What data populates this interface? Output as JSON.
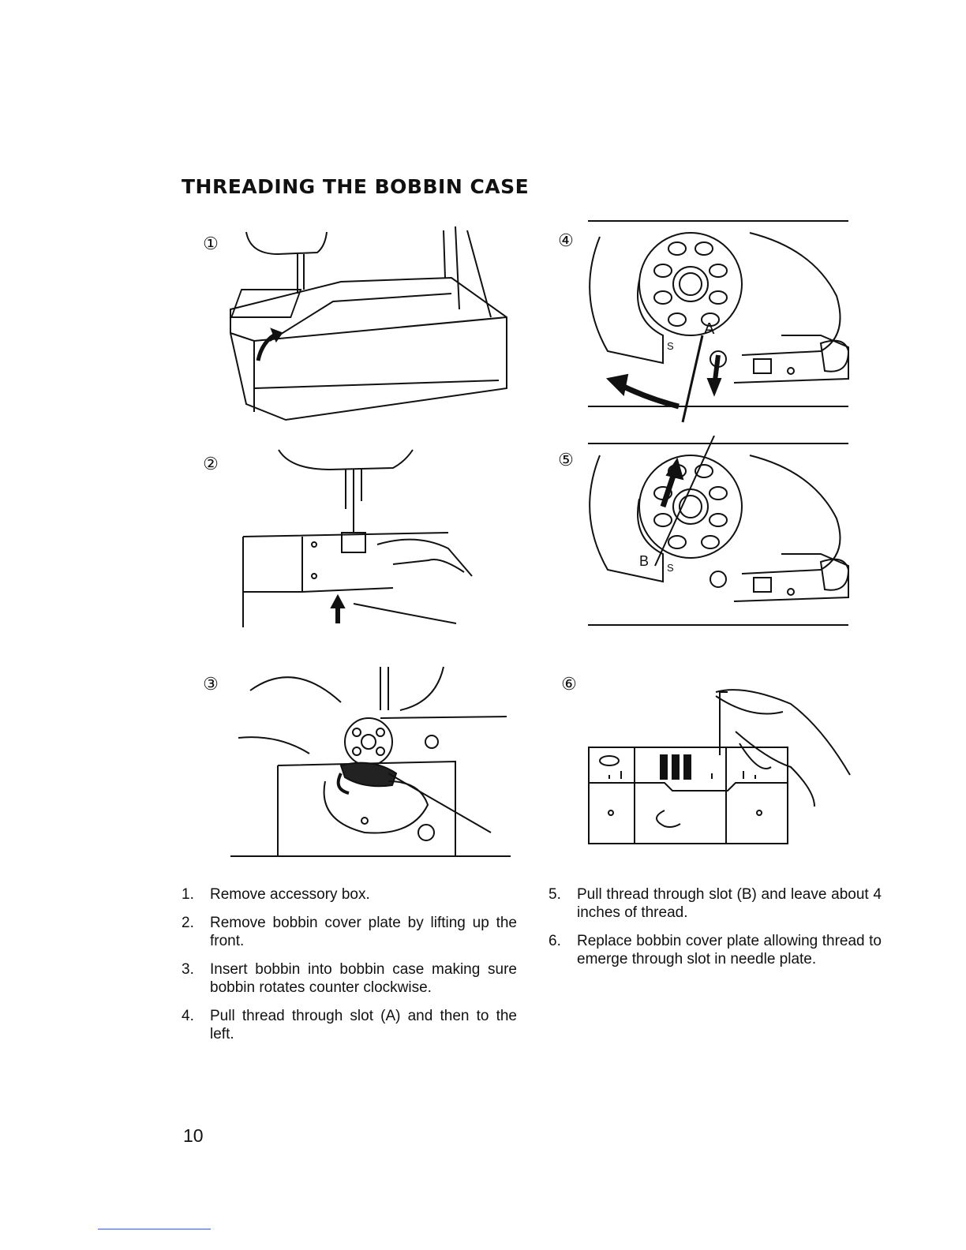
{
  "page": {
    "title": "THREADING THE BOBBIN CASE",
    "page_number": "10"
  },
  "figures": [
    {
      "marker": "①",
      "icon": "sewing-machine-accessory-box"
    },
    {
      "marker": "②",
      "icon": "bobbin-cover-plate-removal"
    },
    {
      "marker": "③",
      "icon": "bobbin-insertion"
    },
    {
      "marker": "④",
      "icon": "bobbin-case-slot-a",
      "label_a": "A",
      "label_s": "S"
    },
    {
      "marker": "⑤",
      "icon": "bobbin-case-slot-b",
      "label_b": "B",
      "label_s": "S"
    },
    {
      "marker": "⑥",
      "icon": "needle-plate-thread"
    }
  ],
  "steps_left": [
    {
      "num": "1.",
      "text": "Remove accessory box."
    },
    {
      "num": "2.",
      "text": "Remove bobbin cover plate by lifting up the front."
    },
    {
      "num": "3.",
      "text": "Insert bobbin into bobbin case making sure bobbin rotates counter clockwise."
    },
    {
      "num": "4.",
      "text": "Pull thread through slot (A) and then to the left."
    }
  ],
  "steps_right": [
    {
      "num": "5.",
      "text": "Pull thread through slot (B) and leave about 4 inches of thread."
    },
    {
      "num": "6.",
      "text": "Replace bobbin cover plate allowing thread to emerge through slot in needle plate."
    }
  ]
}
